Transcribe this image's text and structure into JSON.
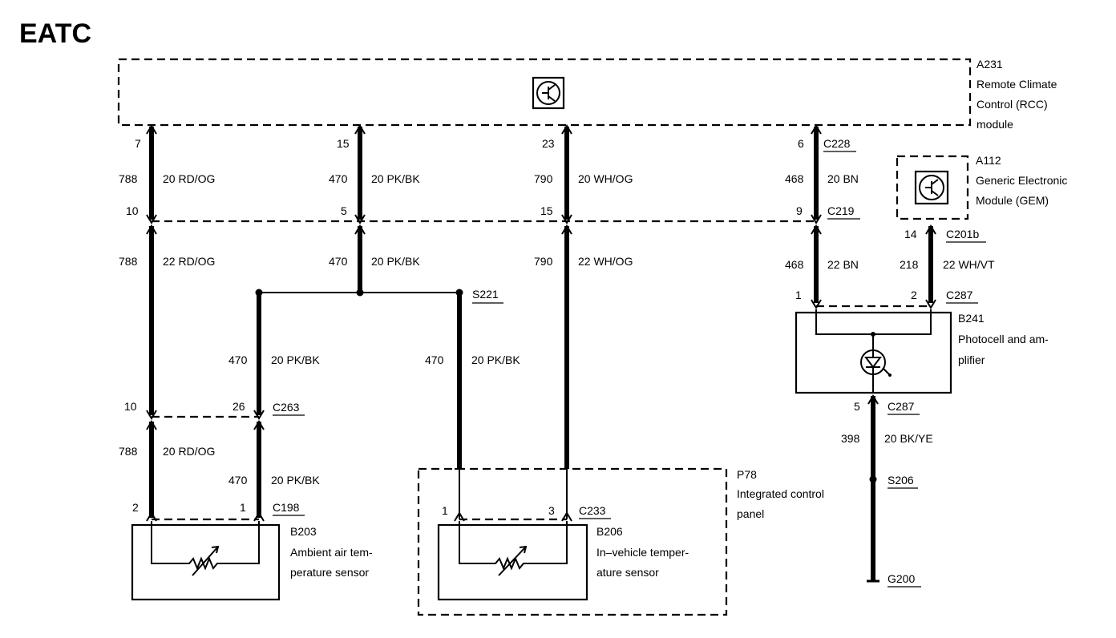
{
  "title": "EATC",
  "components": {
    "a231": {
      "id": "A231",
      "lines": [
        "Remote Climate",
        "Control (RCC)",
        "module"
      ]
    },
    "a112": {
      "id": "A112",
      "lines": [
        "Generic Electronic",
        "Module (GEM)"
      ]
    },
    "b241": {
      "id": "B241",
      "lines": [
        "Photocell and am-",
        "plifier"
      ]
    },
    "p78": {
      "id": "P78",
      "lines": [
        "Integrated control",
        "panel"
      ]
    },
    "b203": {
      "id": "B203",
      "lines": [
        "Ambient air tem-",
        "perature sensor"
      ]
    },
    "b206": {
      "id": "B206",
      "lines": [
        "In–vehicle temper-",
        "ature sensor"
      ]
    }
  },
  "connectors": {
    "c228": "C228",
    "c219": "C219",
    "c201b": "C201b",
    "c287_top": "C287",
    "c287_bottom": "C287",
    "s221": "S221",
    "c263": "C263",
    "c198": "C198",
    "c233": "C233",
    "s206": "S206",
    "g200": "G200"
  },
  "pins": {
    "c228_788": "7",
    "c228_470": "15",
    "c228_790": "23",
    "c228_468": "6",
    "c219_788": "10",
    "c219_470": "5",
    "c219_790": "15",
    "c219_468": "9",
    "c201b_218": "14",
    "c287_468": "1",
    "c287_218": "2",
    "c263_788": "10",
    "c263_470": "26",
    "c198_788": "2",
    "c198_470": "1",
    "c233_470": "1",
    "c233_790": "3",
    "c287_398": "5"
  },
  "circuits": {
    "w788_upper": {
      "num": "788",
      "label": "20 RD/OG"
    },
    "w470_upper": {
      "num": "470",
      "label": "20 PK/BK"
    },
    "w790_upper": {
      "num": "790",
      "label": "20 WH/OG"
    },
    "w468_upper": {
      "num": "468",
      "label": "20 BN"
    },
    "w788_mid": {
      "num": "788",
      "label": "22 RD/OG"
    },
    "w470_mid": {
      "num": "470",
      "label": "20 PK/BK"
    },
    "w790_mid": {
      "num": "790",
      "label": "22 WH/OG"
    },
    "w468_mid": {
      "num": "468",
      "label": "22 BN"
    },
    "w218": {
      "num": "218",
      "label": "22 WH/VT"
    },
    "w470_b203": {
      "num": "470",
      "label": "20 PK/BK"
    },
    "w470_s221": {
      "num": "470",
      "label": "20 PK/BK"
    },
    "w788_lower": {
      "num": "788",
      "label": "20 RD/OG"
    },
    "w470_lower": {
      "num": "470",
      "label": "20 PK/BK"
    },
    "w398": {
      "num": "398",
      "label": "20 BK/YE"
    }
  }
}
